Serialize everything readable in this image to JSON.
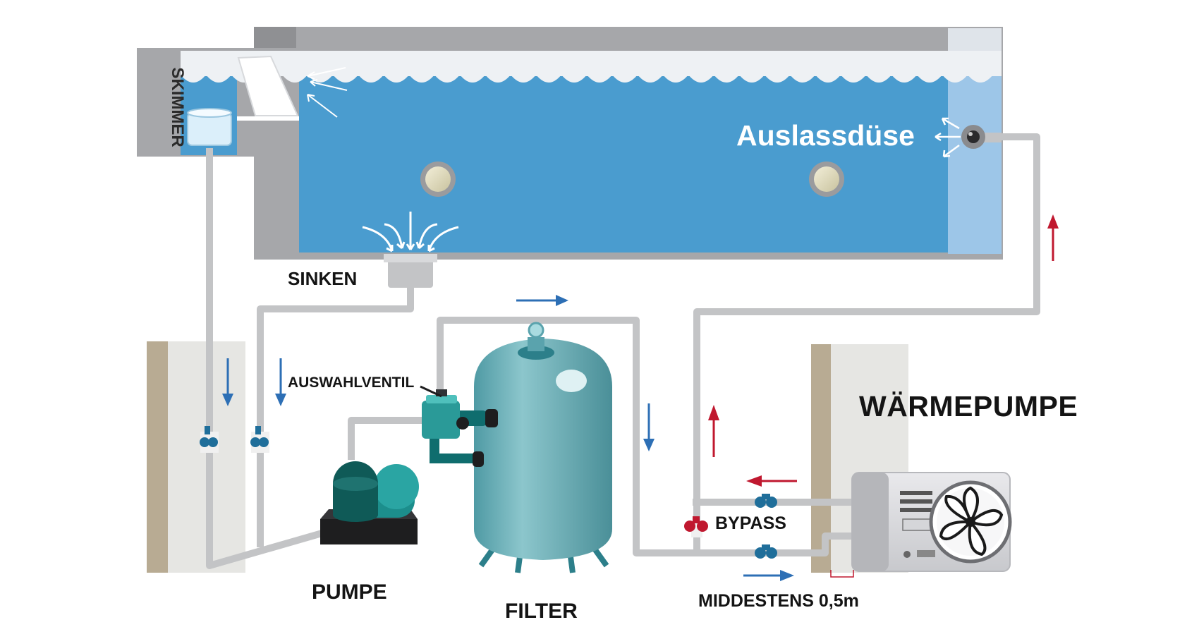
{
  "labels": {
    "skimmer": "SKIMMER",
    "outlet": "Auslassdüse",
    "sink": "SINKEN",
    "selector_valve": "AUSWAHLVENTIL",
    "pump": "PUMPE",
    "filter": "FILTER",
    "heat_pump": "WÄRMEPUMPE",
    "bypass": "BYPASS",
    "min_distance": "MIDDESTENS 0,5m"
  },
  "colors": {
    "pool_water": "#4a9ccf",
    "pool_wall": "#a7a8ab",
    "pipe": "#c3c4c6",
    "flow_arrow_blue": "#2d6fb5",
    "flow_arrow_red": "#c0182f",
    "equipment_teal": "#5aa3ad",
    "pump_dark": "#0f5a57",
    "valve_red": "#c0182f",
    "valve_blue": "#1f6e9a"
  }
}
